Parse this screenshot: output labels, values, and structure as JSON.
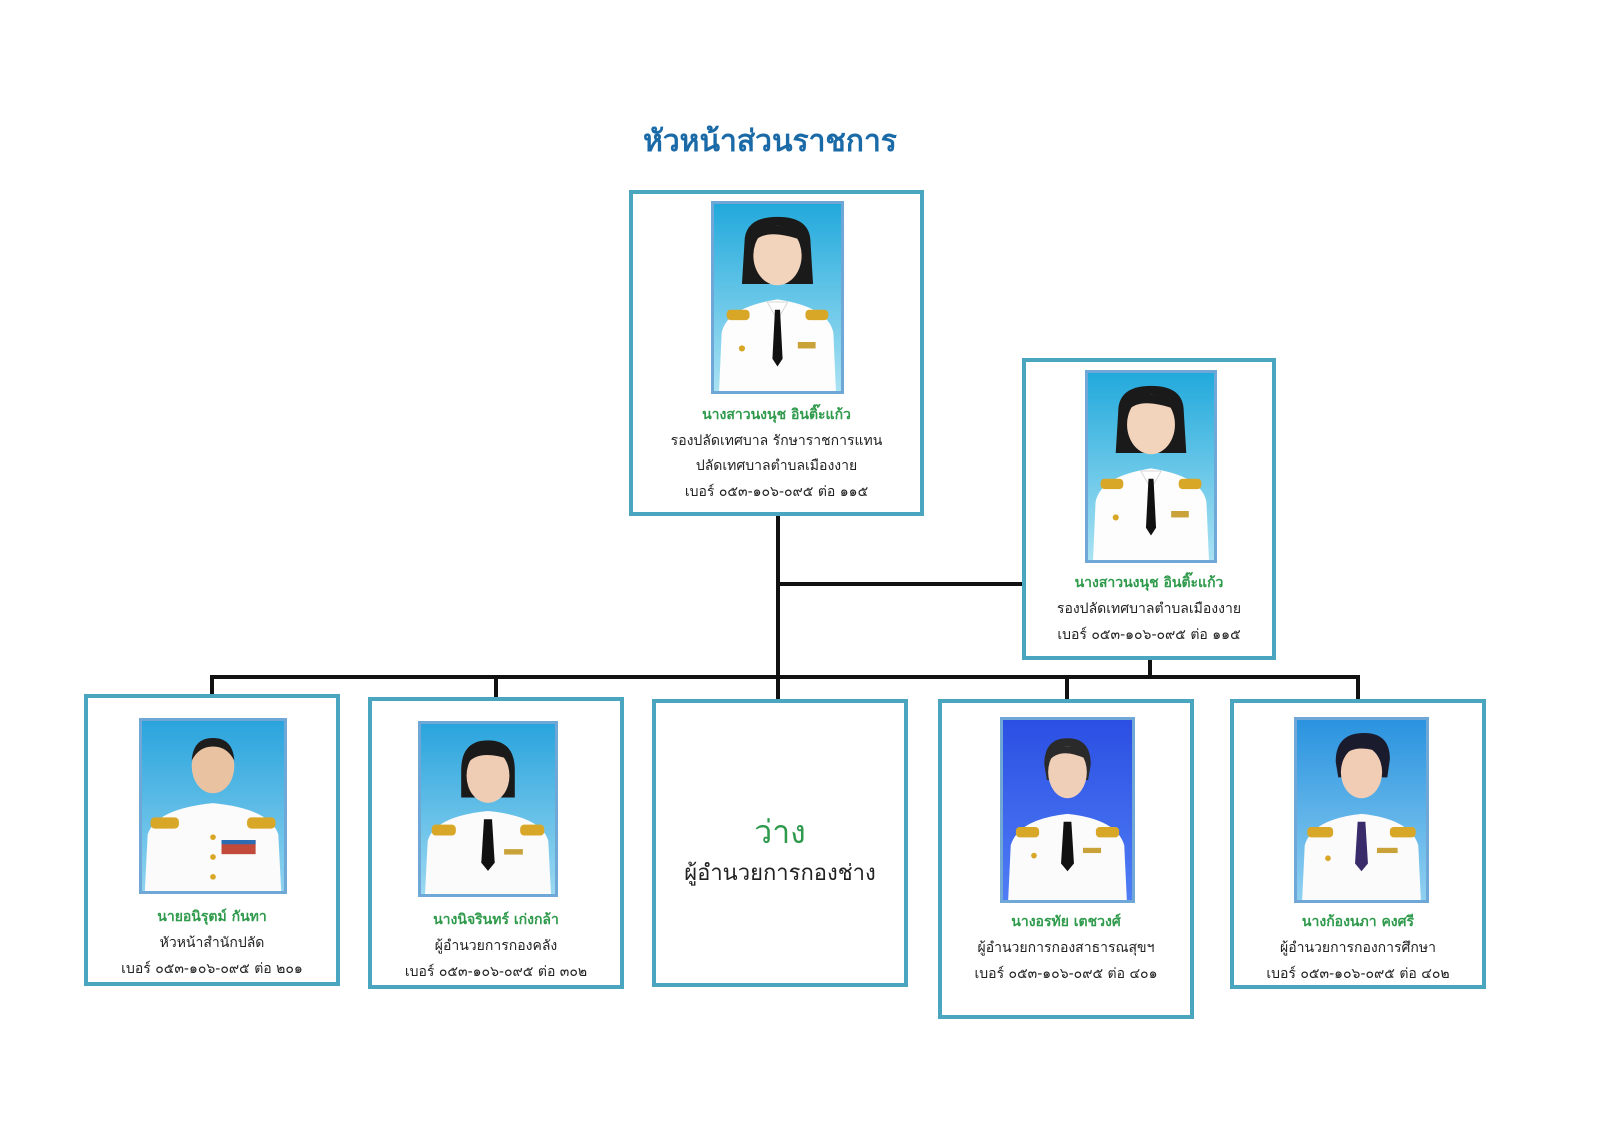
{
  "title": "หัวหน้าส่วนราชการ",
  "colors": {
    "title": "#1a6aa8",
    "name": "#2f9a4c",
    "frame": "#4aa6bf",
    "connector": "#111111"
  },
  "head": {
    "name": "นางสาวนงนุช อินติ๊ะแก้ว",
    "position_line1": "รองปลัดเทศบาล รักษาราชการแทน",
    "position_line2": "ปลัดเทศบาลตำบลเมืองงาย",
    "phone": "เบอร์ ๐๕๓-๑๐๖-๐๙๕ ต่อ ๑๑๕"
  },
  "deputy": {
    "name": "นางสาวนงนุช อินติ๊ะแก้ว",
    "position": "รองปลัดเทศบาลตำบลเมืองงาย",
    "phone": "เบอร์ ๐๕๓-๑๐๖-๐๙๕ ต่อ ๑๑๕"
  },
  "members": [
    {
      "name": "นายอนิรุตม์  กันทา",
      "position": "หัวหน้าสำนักปลัด",
      "phone": "เบอร์ ๐๕๓-๑๐๖-๐๙๕ ต่อ ๒๐๑"
    },
    {
      "name": "นางนิจรินทร์ เก่งกล้า",
      "position": "ผู้อำนวยการกองคลัง",
      "phone": "เบอร์ ๐๕๓-๑๐๖-๐๙๕ ต่อ ๓๐๒"
    },
    {
      "status": "ว่าง",
      "position": "ผู้อำนวยการกองช่าง"
    },
    {
      "name": "นางอรทัย เตชวงศ์",
      "position": "ผู้อำนวยการกองสาธารณสุขฯ",
      "phone": "เบอร์ ๐๕๓-๑๐๖-๐๙๕ ต่อ ๔๐๑"
    },
    {
      "name": "นางก้องนภา  คงศรี",
      "position": "ผู้อำนวยการกองการศึกษา",
      "phone": "เบอร์ ๐๕๓-๑๐๖-๐๙๕ ต่อ ๔๐๒"
    }
  ]
}
